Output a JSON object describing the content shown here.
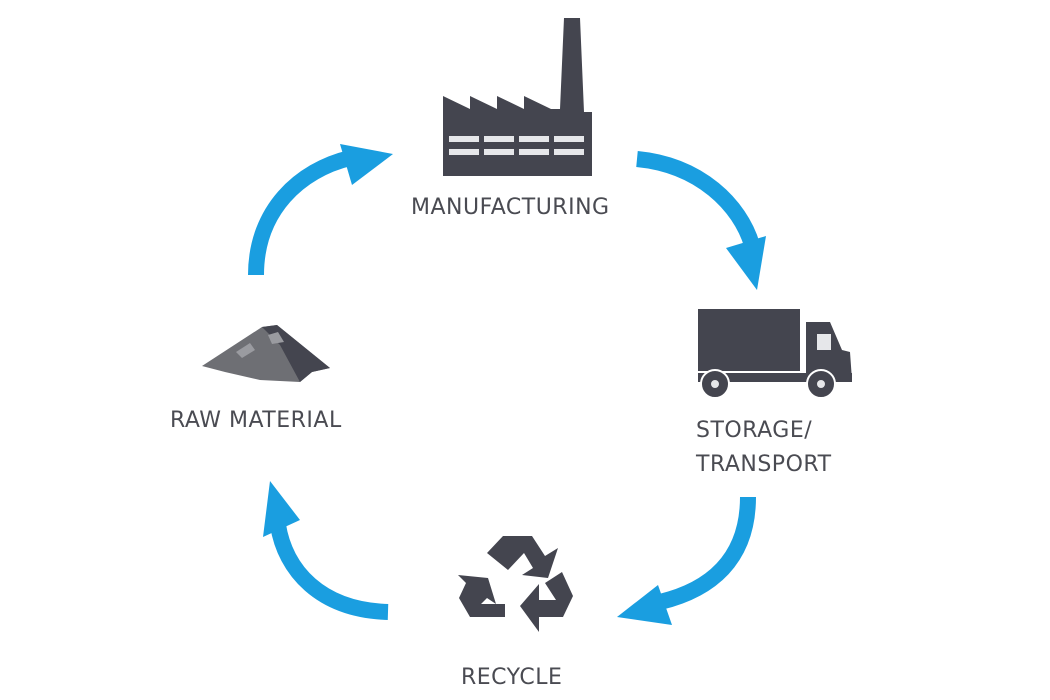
{
  "diagram": {
    "type": "cycle",
    "colors": {
      "arrow": "#1a9ee0",
      "icon": "#44454f",
      "text": "#4a4b52"
    },
    "nodes": [
      {
        "id": "manufacturing",
        "label": "MANUFACTURING",
        "icon": "factory-icon"
      },
      {
        "id": "storage",
        "label_line1": "STORAGE/",
        "label_line2": "TRANSPORT",
        "icon": "truck-icon"
      },
      {
        "id": "recycle",
        "label": "RECYCLE",
        "icon": "recycle-icon"
      },
      {
        "id": "raw",
        "label": "RAW MATERIAL",
        "icon": "material-pile-icon"
      }
    ],
    "edges": [
      {
        "from": "raw",
        "to": "manufacturing"
      },
      {
        "from": "manufacturing",
        "to": "storage"
      },
      {
        "from": "storage",
        "to": "recycle"
      },
      {
        "from": "recycle",
        "to": "raw"
      }
    ]
  }
}
